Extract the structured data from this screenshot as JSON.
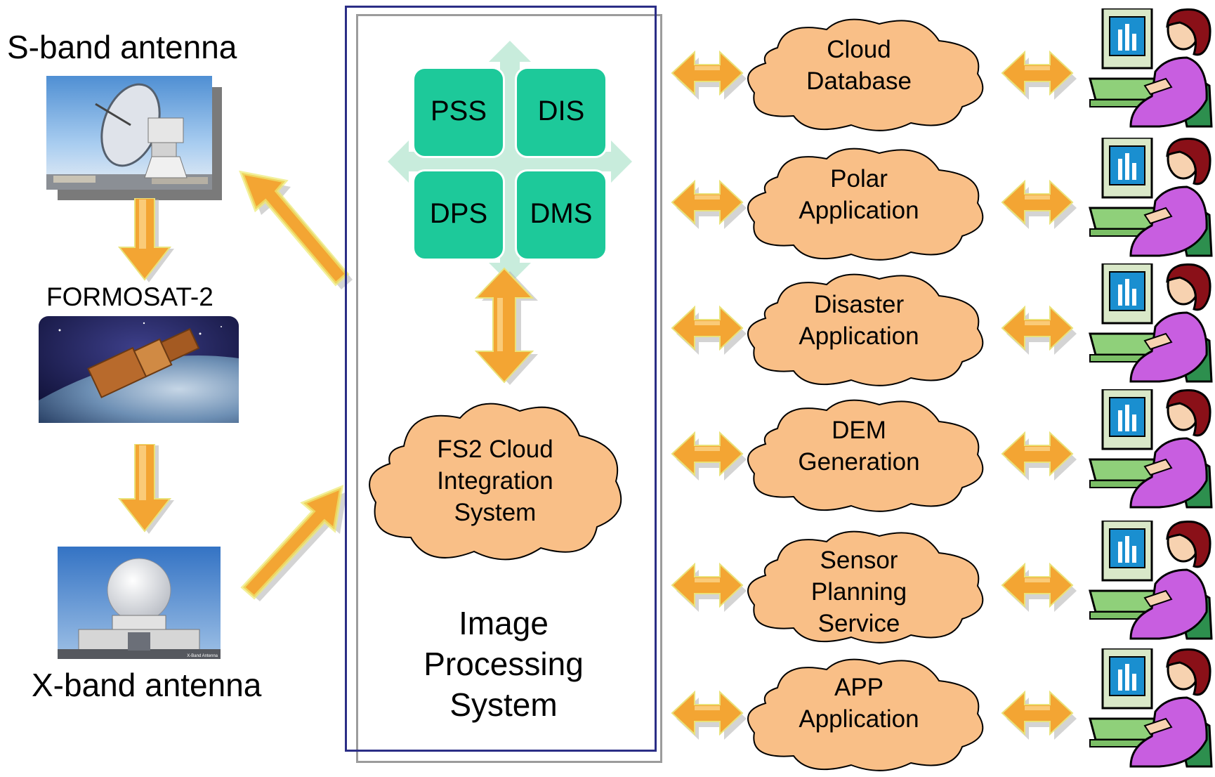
{
  "left": {
    "s_band_label": "S-band antenna",
    "formosat_label": "FORMOSAT-2",
    "x_band_label": "X-band antenna",
    "x_band_photo_caption": "X-Band Antenna"
  },
  "center": {
    "modules": [
      "PSS",
      "DIS",
      "DPS",
      "DMS"
    ],
    "fs2_cloud": [
      "FS2 Cloud",
      "Integration",
      "System"
    ],
    "ips_title": [
      "Image",
      "Processing",
      "System"
    ]
  },
  "services": [
    {
      "lines": [
        "Cloud",
        "Database"
      ]
    },
    {
      "lines": [
        "Polar",
        "Application"
      ]
    },
    {
      "lines": [
        "Disaster",
        "Application"
      ]
    },
    {
      "lines": [
        "DEM",
        "Generation"
      ]
    },
    {
      "lines": [
        "Sensor",
        "Planning",
        "Service"
      ]
    },
    {
      "lines": [
        "APP",
        "Application"
      ]
    }
  ],
  "colors": {
    "module_green": "#1dc99a",
    "module_light_green": "#c8ecdc",
    "cloud_fill": "#f9bf87",
    "arrow_orange": "#f3a533",
    "frame_navy": "#2b2e86"
  }
}
